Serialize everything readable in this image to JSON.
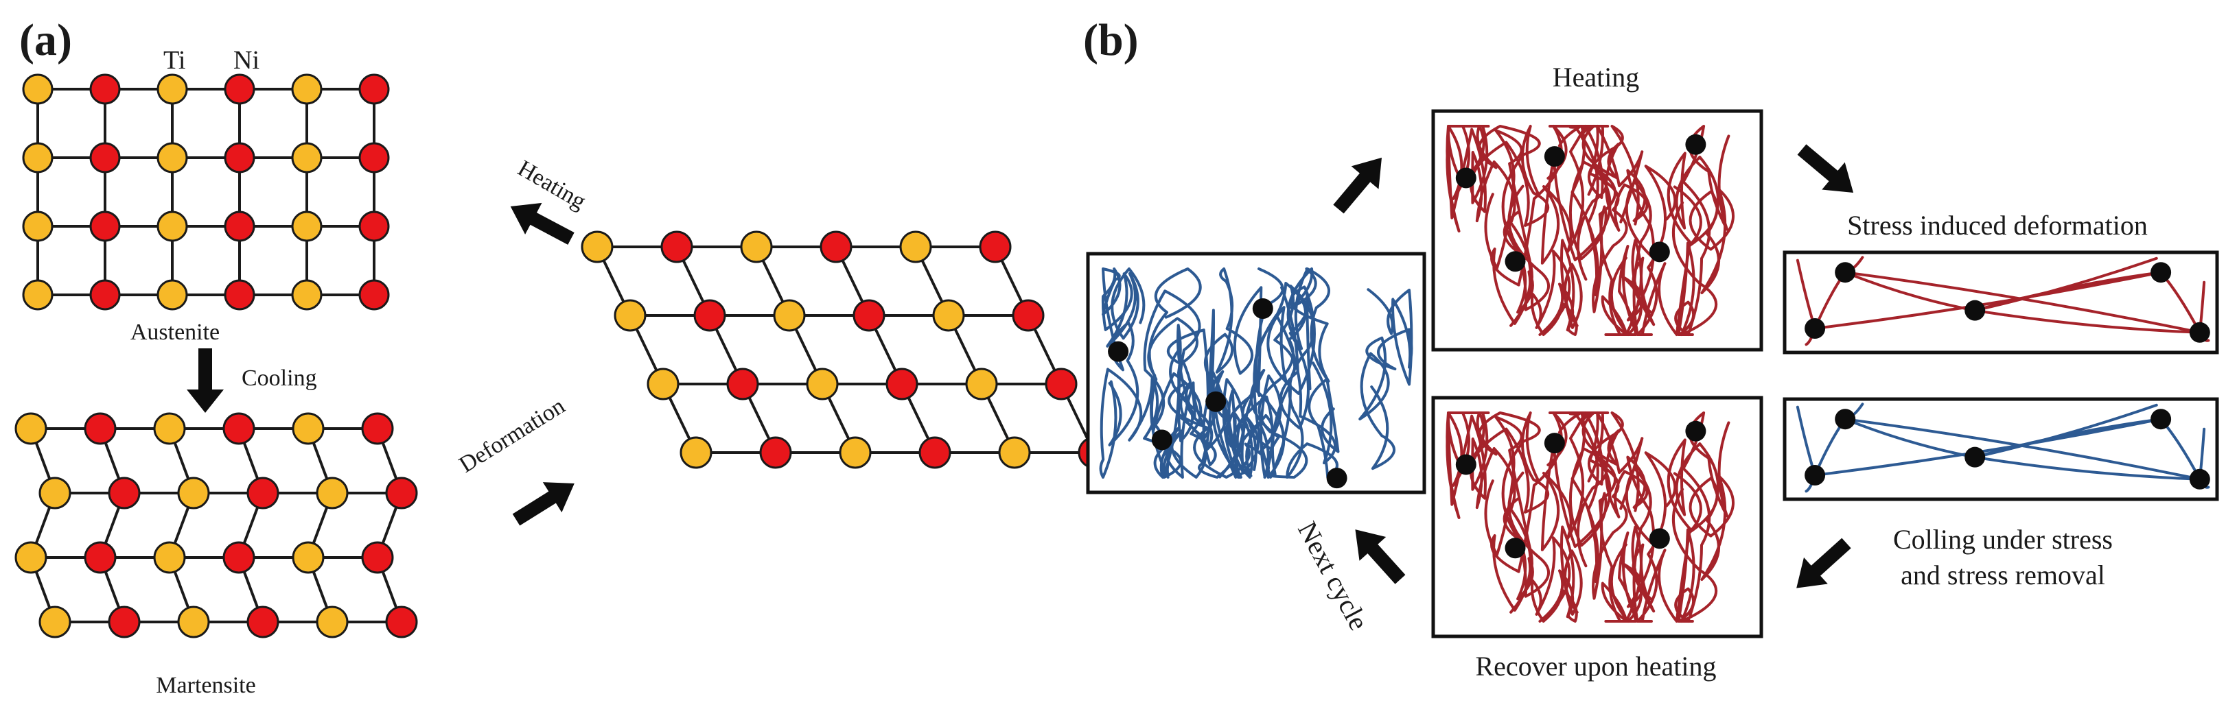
{
  "colors": {
    "ti_atom": "#f7b928",
    "ni_atom": "#e8161b",
    "bond": "#1a1a1a",
    "hot_chain": "#a5232a",
    "cold_chain": "#2d5a93",
    "crosslink": "#0d0d0d"
  },
  "panel_a": {
    "letter": "(a)",
    "ti_label": "Ti",
    "ni_label": "Ni",
    "austenite_label": "Austenite",
    "cooling_label": "Cooling",
    "martensite_label": "Martensite",
    "heating_label": "Heating",
    "deformation_label": "Deformation"
  },
  "panel_b": {
    "letter": "(b)",
    "heating_label": "Heating",
    "stress_label": "Stress induced deformation",
    "cooling_line1": "Colling under stress",
    "cooling_line2": "and stress removal",
    "recover_label": "Recover upon heating",
    "next_cycle_label": "Next cycle"
  }
}
